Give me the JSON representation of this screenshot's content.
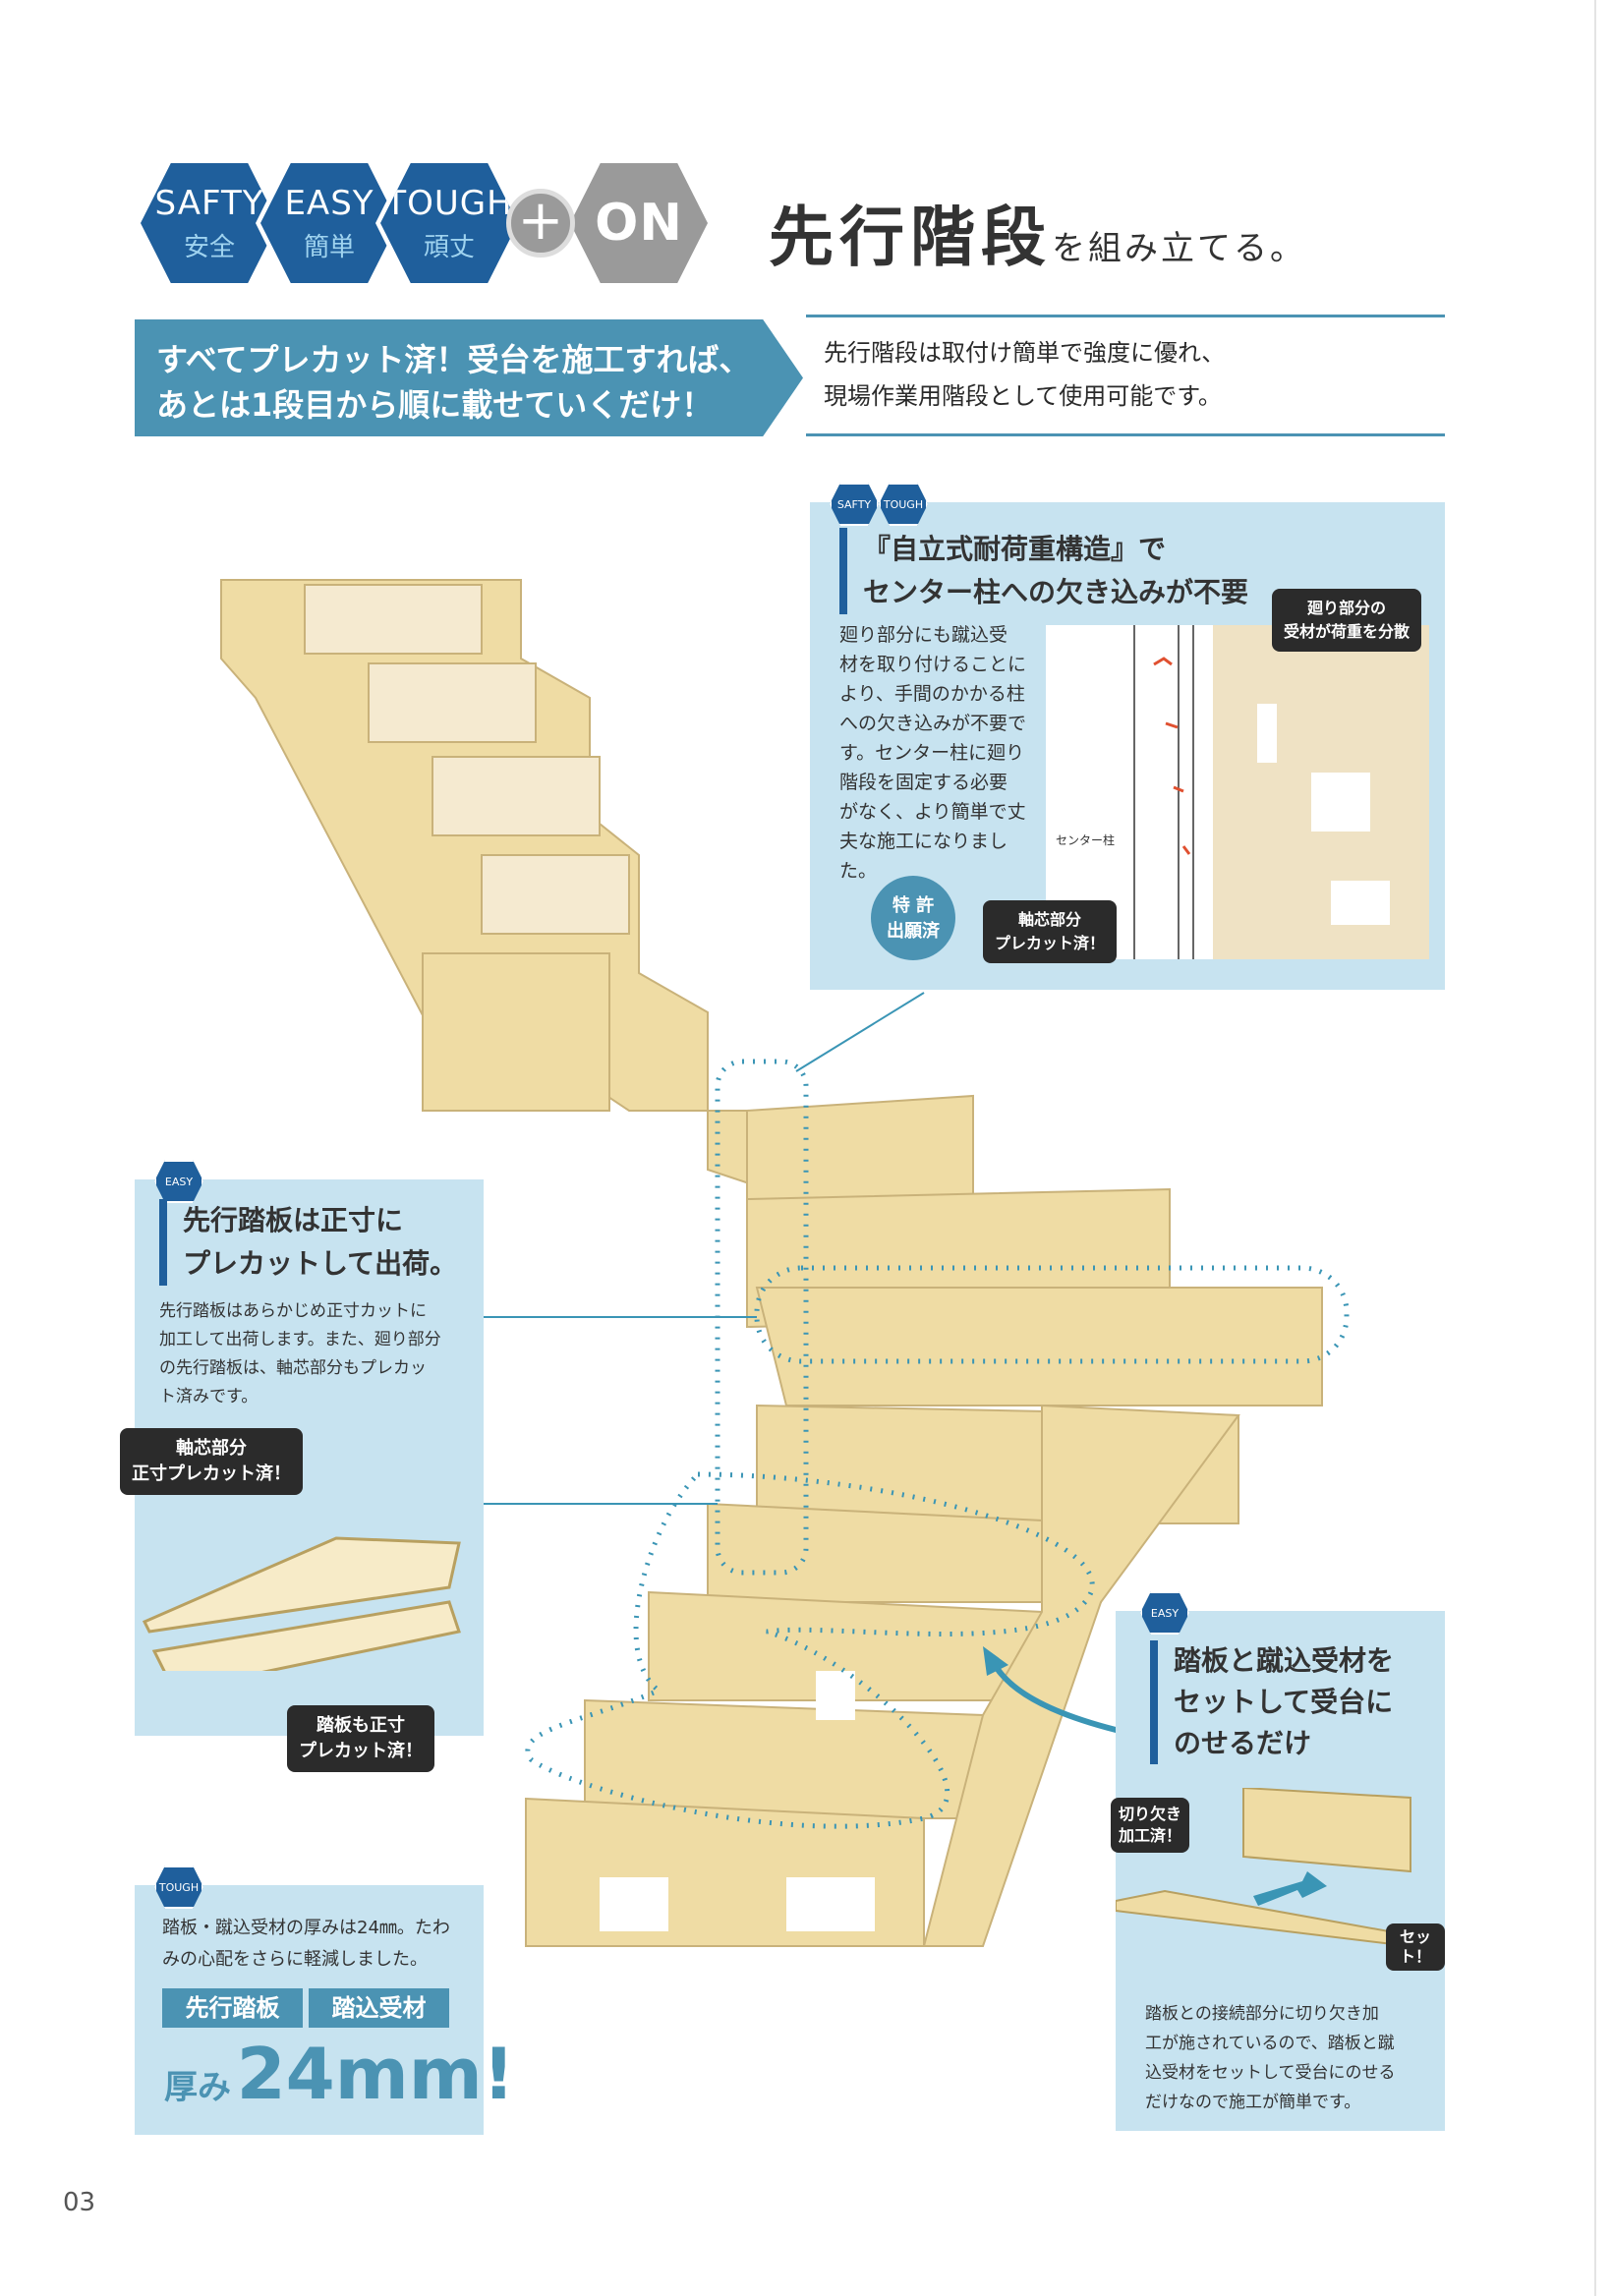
{
  "badges": [
    {
      "en": "SAFTY",
      "jp": "安全"
    },
    {
      "en": "EASY",
      "jp": "簡単"
    },
    {
      "en": "TOUGH",
      "jp": "頑丈"
    }
  ],
  "plus": "+",
  "on": "ON",
  "title": {
    "main": "先行階段",
    "sub": "を組み立てる。"
  },
  "banner": [
    "すべてプレカット済！受台を施工すれば、",
    "あとは1段目から順に載せていくだけ！"
  ],
  "intro": [
    "先行階段は取付け簡単で強度に優れ、",
    "現場作業用階段として使用可能です。"
  ],
  "box1": {
    "badges": [
      "SAFTY",
      "TOUGH"
    ],
    "heading": [
      "『自立式耐荷重構造』で",
      "センター柱への欠き込みが不要"
    ],
    "body": [
      "廻り部分にも蹴込受",
      "材を取り付けることに",
      "より、手間のかかる柱",
      "への欠き込みが不要で",
      "す。センター柱に廻り",
      "階段を固定する必要",
      "がなく、より簡単で丈",
      "夫な施工になりました。"
    ],
    "patent": [
      "特 許",
      "出願済"
    ],
    "callout1": [
      "廻り部分の",
      "受材が荷重を分散"
    ],
    "callout2": [
      "軸芯部分",
      "プレカット済！"
    ],
    "label": "センター柱"
  },
  "box2": {
    "badge": "EASY",
    "heading": [
      "先行踏板は正寸に",
      "プレカットして出荷。"
    ],
    "body": [
      "先行踏板はあらかじめ正寸カットに",
      "加工して出荷します。また、廻り部分",
      "の先行踏板は、軸芯部分もプレカッ",
      "ト済みです。"
    ],
    "callout1": [
      "軸芯部分",
      "正寸プレカット済！"
    ],
    "callout2": [
      "踏板も正寸",
      "プレカット済！"
    ]
  },
  "box3": {
    "badge": "TOUGH",
    "body": [
      "踏板・蹴込受材の厚みは24㎜。たわ",
      "みの心配をさらに軽減しました。"
    ],
    "tags": [
      "先行踏板",
      "踏込受材"
    ],
    "thick_label": "厚み",
    "thick_value": "24mm!"
  },
  "box4": {
    "badge": "EASY",
    "heading": [
      "踏板と蹴込受材を",
      "セットして受台に",
      "のせるだけ"
    ],
    "callout1": [
      "切り欠き",
      "加工済！"
    ],
    "callout2": "セット！",
    "body": [
      "踏板との接続部分に切り欠き加",
      "工が施されているので、踏板と蹴",
      "込受材をセットして受台にのせる",
      "だけなので施工が簡単です。"
    ]
  },
  "page_number": "03",
  "colors": {
    "navy": "#1f5f9c",
    "teal": "#4b93b3",
    "panel": "#c7e3f0",
    "wood": "#efdca4"
  }
}
